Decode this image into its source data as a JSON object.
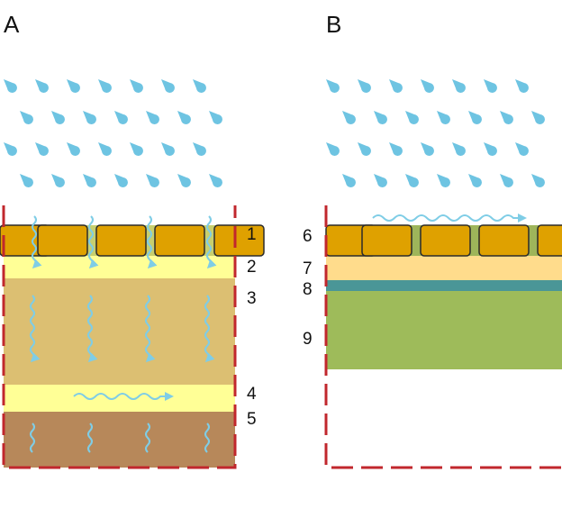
{
  "panels": [
    {
      "label": "A",
      "layer_numbers": [
        "1",
        "2",
        "3",
        "4",
        "5"
      ]
    },
    {
      "label": "B",
      "layer_numbers": [
        "6",
        "7",
        "8",
        "9"
      ]
    }
  ],
  "colors": {
    "raindrop": "#6ec4e2",
    "water_arrow": "#7fcde6",
    "paver_fill": "#dfa100",
    "paver_stroke": "#2b2b2b",
    "joint_fill_A": "#c7cf6e",
    "joint_fill_B": "#9eb55a",
    "layer_2": "#ffff96",
    "layer_3": "#dcbf72",
    "layer_4": "#ffff96",
    "layer_5": "#b7885a",
    "layer_7": "#ffdc8c",
    "layer_8": "#4a9697",
    "layer_9": "#9ebb5a",
    "container_outline": "#c1272d"
  }
}
